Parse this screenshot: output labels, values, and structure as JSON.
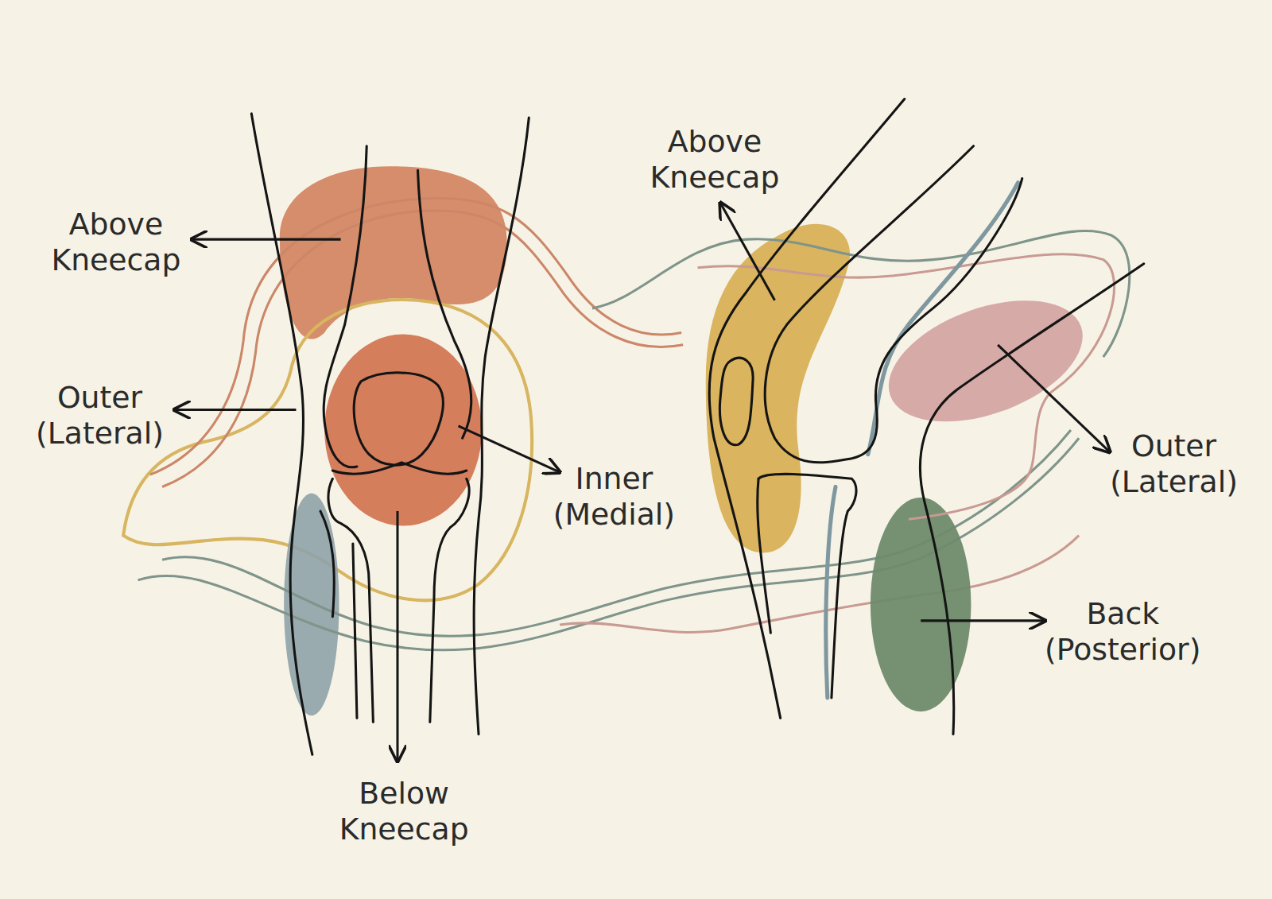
{
  "diagram": {
    "labels": [
      "Above Kneecap",
      "Outer (Lateral)",
      "Inner (Medial)",
      "Below Kneecap",
      "Above Kneecap",
      "Outer (Lateral)",
      "Back (Posterior)"
    ]
  }
}
